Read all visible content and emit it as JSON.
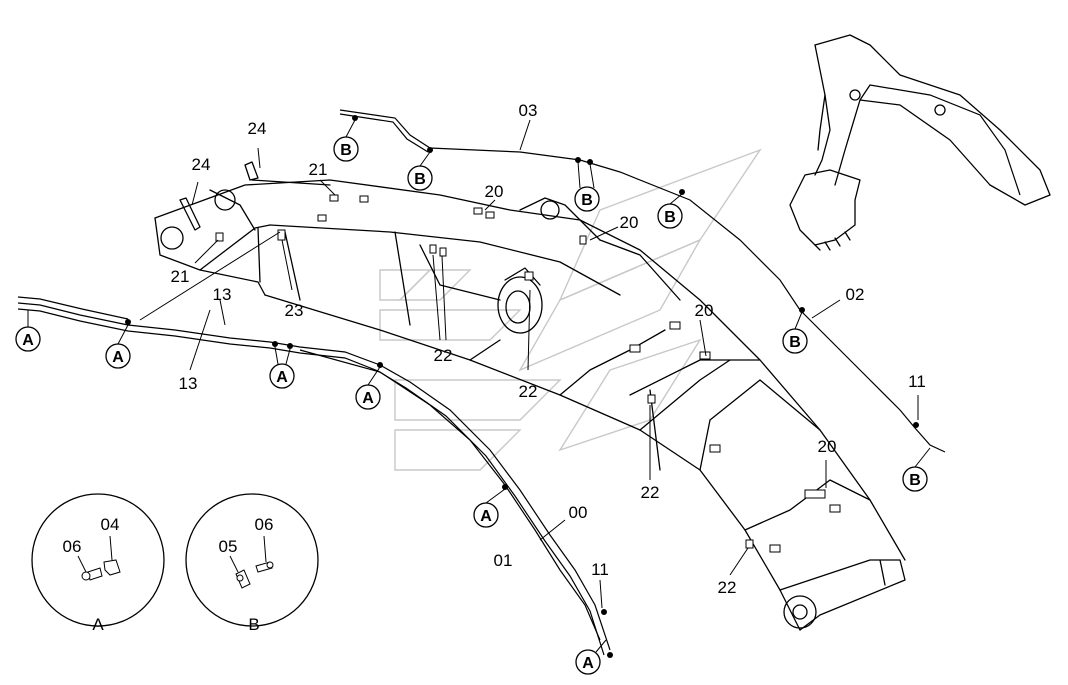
{
  "part_labels": {
    "p24a": "24",
    "p24b": "24",
    "p21a": "21",
    "p21b": "21",
    "p03": "03",
    "p20a": "20",
    "p20b": "20",
    "p20c": "20",
    "p20d": "20",
    "p13a": "13",
    "p13b": "13",
    "p23": "23",
    "p22a": "22",
    "p22b": "22",
    "p22c": "22",
    "p22d": "22",
    "p02": "02",
    "p11a": "11",
    "p11b": "11",
    "p00": "00",
    "p01": "01"
  },
  "callouts": {
    "b1": "B",
    "b2": "B",
    "b3": "B",
    "b4": "B",
    "b5": "B",
    "b6": "B",
    "a1": "A",
    "a2": "A",
    "a3": "A",
    "a4": "A",
    "a5": "A",
    "a6": "A"
  },
  "detail_a": {
    "title": "A",
    "p06": "06",
    "p04": "04"
  },
  "detail_b": {
    "title": "B",
    "p05": "05",
    "p06": "06"
  }
}
